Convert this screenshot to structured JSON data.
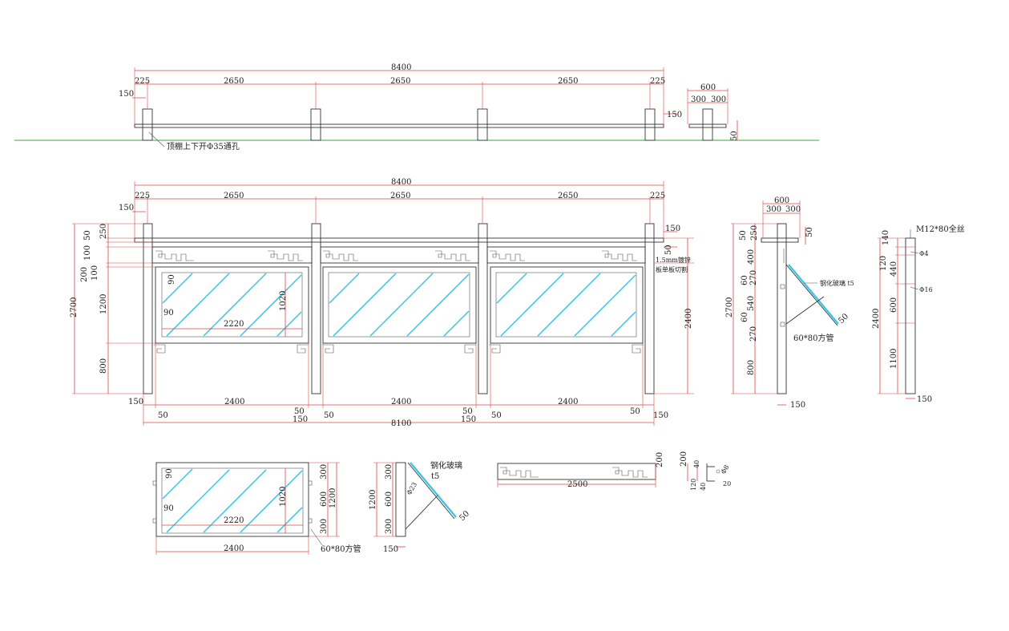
{
  "plan": {
    "overall": "8400",
    "segments": [
      "225",
      "2650",
      "2650",
      "2650",
      "225"
    ],
    "left_offset": "150",
    "roof_thk": "150",
    "note": "顶棚上下开Φ35通孔"
  },
  "plan_side": {
    "width": "600",
    "half_a": "300",
    "half_b": "300",
    "thk": "50"
  },
  "front": {
    "overall": "8400",
    "segments": [
      "225",
      "2650",
      "2650",
      "2650",
      "225"
    ],
    "left_offset": "150",
    "right_roof": "150",
    "right_50": "50",
    "total_height_right": "2400",
    "left_height": "2700",
    "left_dims": [
      "50",
      "250",
      "100",
      "200",
      "100",
      "1200",
      "800"
    ],
    "glass_dims": [
      "90",
      "90",
      "2220",
      "1020"
    ],
    "bottom_segments": [
      "2400",
      "2400",
      "2400"
    ],
    "bottom_small": [
      "150",
      "50",
      "50",
      "150",
      "50",
      "50",
      "150",
      "50",
      "50",
      "150"
    ],
    "bottom_total": "8100",
    "note_plate_a": "1.5mm镀锌",
    "note_plate_b": "板单板切割"
  },
  "side": {
    "width": "600",
    "half_a": "300",
    "half_b": "300",
    "roof_50a": "50",
    "roof_250": "250",
    "roof_50b": "50",
    "height": "2700",
    "dims": [
      "400",
      "270",
      "60",
      "540",
      "60",
      "270",
      "800"
    ],
    "glass_label": "钢化玻璃 t5",
    "glass_50": "50",
    "tube_label": "60*80方管",
    "base": "150"
  },
  "post": {
    "bolt_label": "M12*80全丝",
    "total": "2400",
    "dims": [
      "140",
      "120",
      "440",
      "600",
      "1100"
    ],
    "hole_a": "Φ4",
    "hole_b": "Φ16",
    "base": "150"
  },
  "panel": {
    "width": "2400",
    "glass_dims": [
      "90",
      "90",
      "2220",
      "1020"
    ],
    "right_dims": [
      "300",
      "600",
      "300",
      "1200"
    ],
    "tube_label": "60*80方管"
  },
  "panel_side": {
    "label_a": "钢化玻璃",
    "label_b": "t5",
    "dims": [
      "300",
      "600",
      "300",
      "1200"
    ],
    "angle": "Φ23",
    "glass_50": "50",
    "base": "150"
  },
  "fascia": {
    "width": "2500",
    "height": "200"
  },
  "fascia_section": {
    "height": "200",
    "a": "40",
    "b": "120",
    "c": "40",
    "d": "20",
    "hole": "Φ8"
  }
}
